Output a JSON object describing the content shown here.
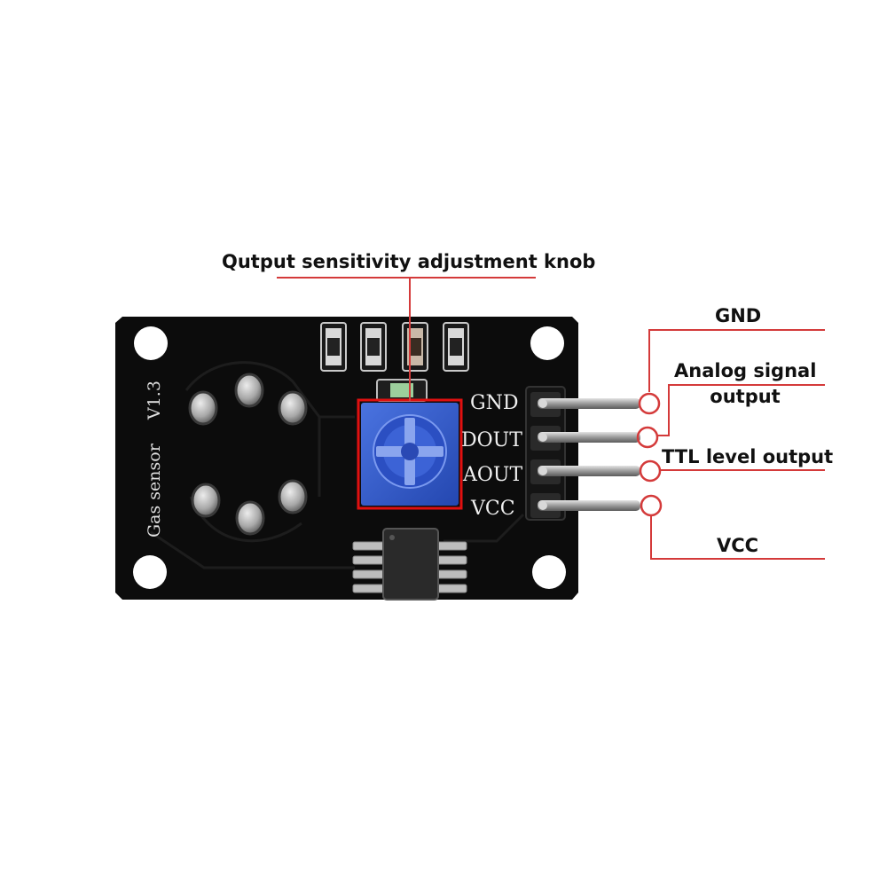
{
  "callouts": {
    "knob_label": "Qutput sensitivity adjustment knob",
    "gnd_label": "GND",
    "analog_label_line1": "Analog signal",
    "analog_label_line2": "output",
    "ttl_label": "TTL level output",
    "vcc_label": "VCC"
  },
  "board": {
    "silkscreen_title": "Gas sensor",
    "silkscreen_version": "V1.3",
    "pin_labels": [
      "GND",
      "DOUT",
      "AOUT",
      "VCC"
    ],
    "resistor_marks": [
      "",
      "",
      "",
      ""
    ]
  },
  "colors": {
    "pcb": "#0c0c0c",
    "callout_line": "#d43a3a",
    "highlight_box": "#e01010",
    "potentiometer": "#2f55c9",
    "silkscreen": "#e8e8e8",
    "pin_metal": "#b9b9b9"
  },
  "icons": [
    "mounting-hole-icon",
    "potentiometer-icon",
    "pin-header-icon",
    "chip-icon"
  ]
}
